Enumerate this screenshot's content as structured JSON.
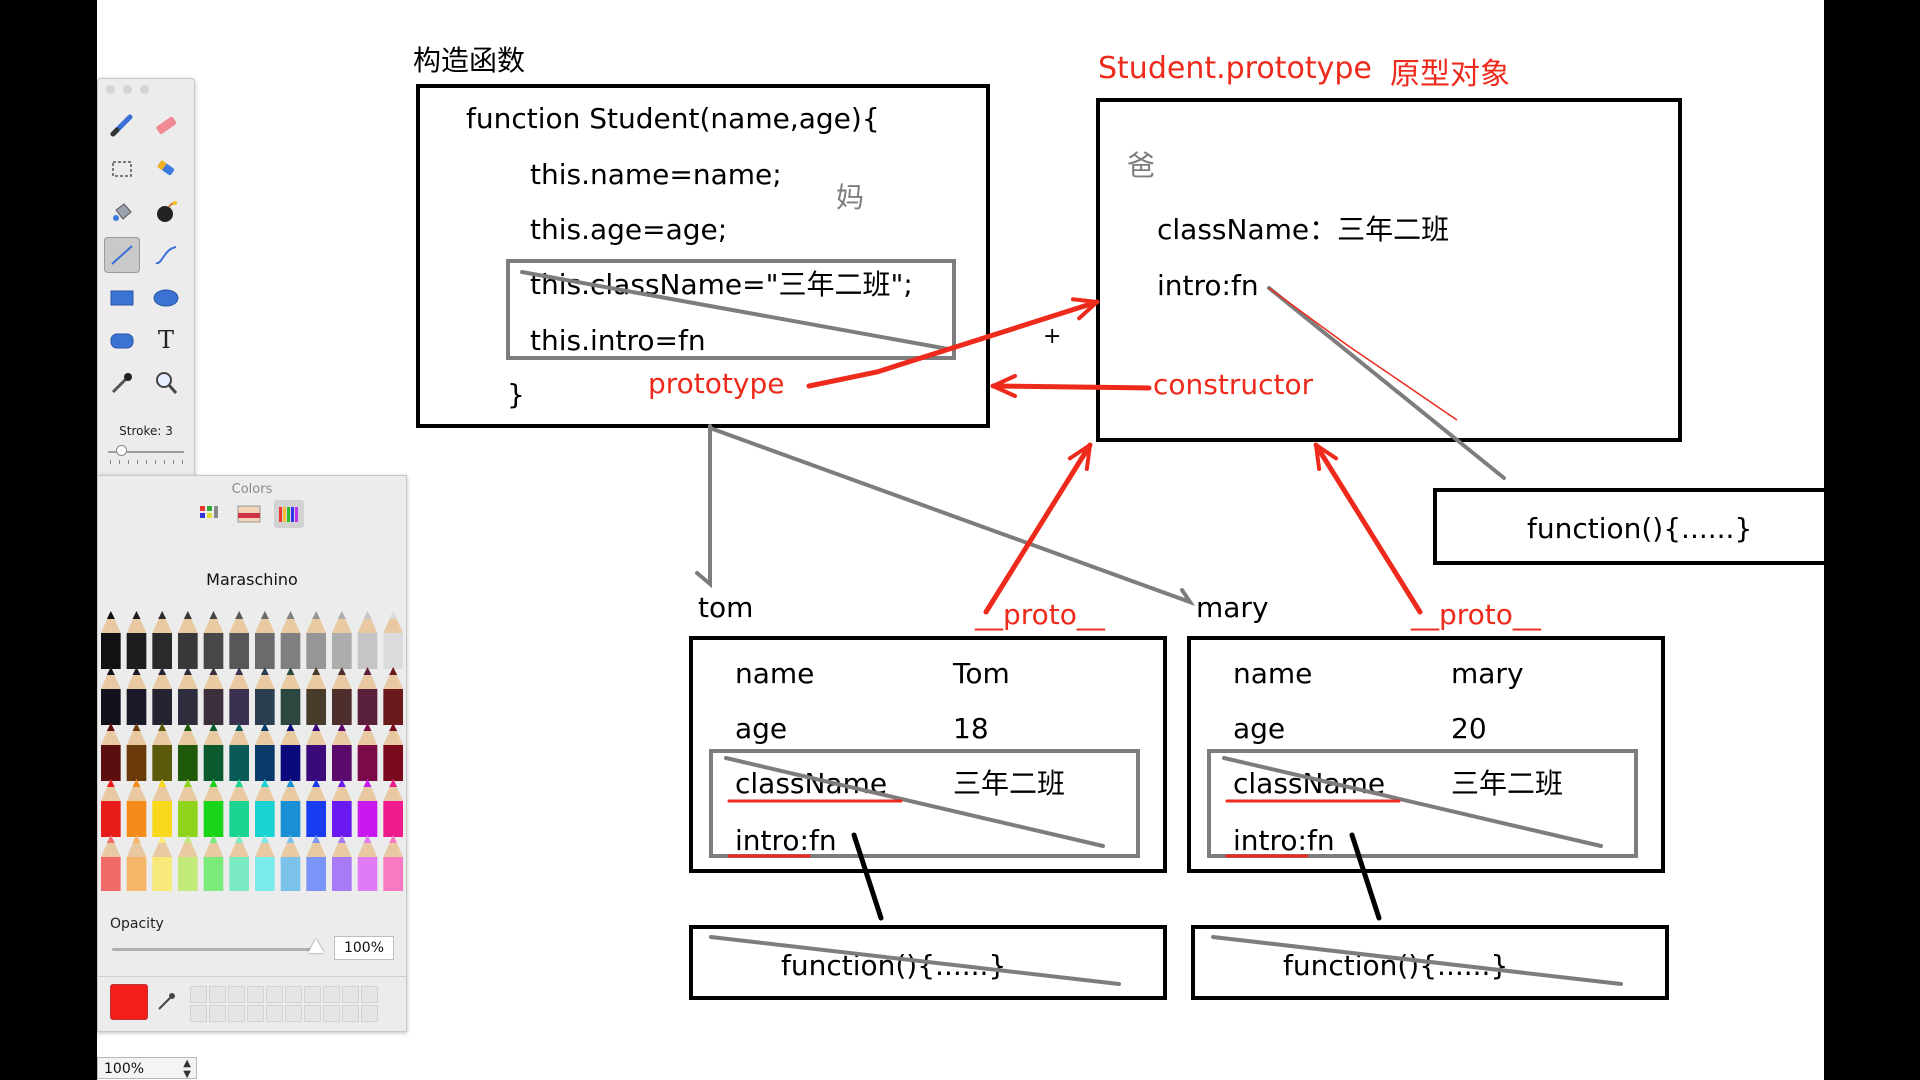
{
  "diagram": {
    "constructor_title": "构造函数",
    "constructor_code": [
      "function Student(name,age){",
      "this.name=name;",
      "this.age=age;",
      "this.className=\"三年二班\";",
      "this.intro=fn",
      "}"
    ],
    "ma_note": "妈",
    "prototype_arrow_label": "prototype",
    "prototype_title": "Student.prototype",
    "prototype_title_cn": "原型对象",
    "ba_note": "爸",
    "prototype_props": [
      "className：三年二班",
      "intro:fn"
    ],
    "constructor_arrow_label": "constructor",
    "fn_box_right": "function(){......}",
    "tom": {
      "label": "tom",
      "proto_label": "__proto__",
      "rows": [
        {
          "key": "name",
          "value": "Tom"
        },
        {
          "key": "age",
          "value": "18"
        },
        {
          "key": "className",
          "value": "三年二班"
        },
        {
          "key": "intro:fn",
          "value": ""
        }
      ],
      "fn_box": "function(){......}"
    },
    "mary": {
      "label": "mary",
      "proto_label": "__proto__",
      "rows": [
        {
          "key": "name",
          "value": "mary"
        },
        {
          "key": "age",
          "value": "20"
        },
        {
          "key": "className",
          "value": "三年二班"
        },
        {
          "key": "intro:fn",
          "value": ""
        }
      ],
      "fn_box": "function(){......}"
    },
    "cursor": "+"
  },
  "tools": {
    "items": [
      "brush-tool",
      "eraser-tool",
      "rect-select-tool",
      "lasso-tool",
      "paint-bucket-tool",
      "bomb-tool",
      "line-tool",
      "curve-tool",
      "rectangle-tool",
      "ellipse-tool",
      "rounded-rect-tool",
      "text-tool",
      "eyedropper-tool",
      "zoom-tool"
    ],
    "selected": "line-tool",
    "text_glyph": "T",
    "stroke_label": "Stroke: 3",
    "foreground_color": "#f41f1c",
    "background_color": "#ffffff"
  },
  "colors_panel": {
    "title": "Colors",
    "palette_name": "Maraschino",
    "opacity_label": "Opacity",
    "opacity_value": "100%",
    "current_color": "#f41f1c"
  },
  "zoom": {
    "value": "100%"
  }
}
